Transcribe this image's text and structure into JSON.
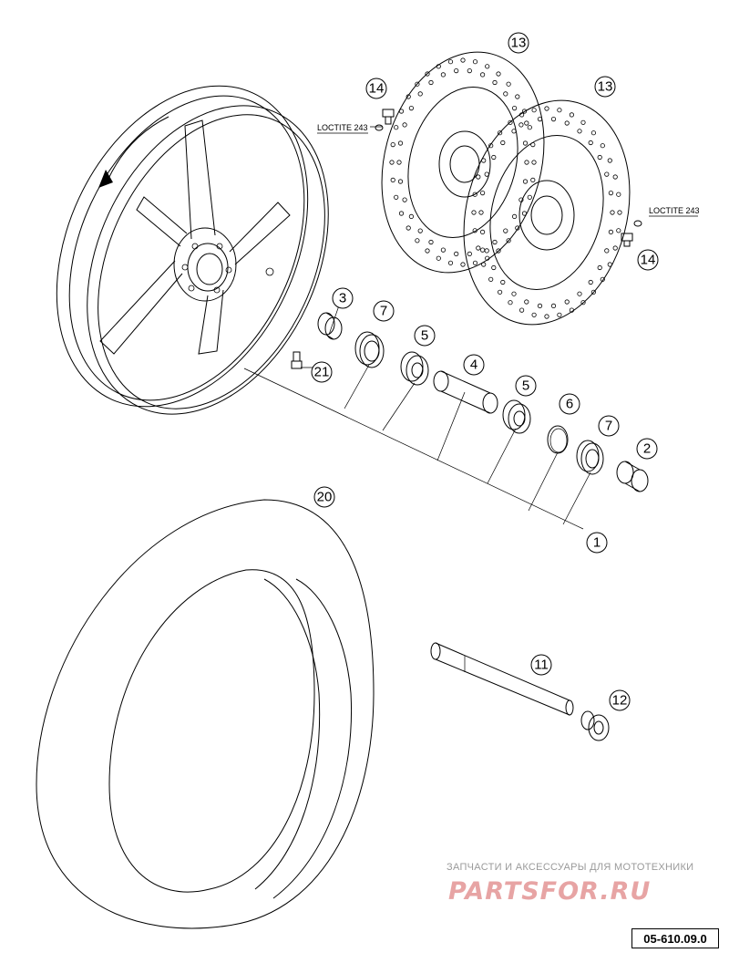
{
  "callouts": {
    "c1": "1",
    "c2": "2",
    "c3": "3",
    "c4": "4",
    "c5a": "5",
    "c5b": "5",
    "c6": "6",
    "c7a": "7",
    "c7b": "7",
    "c11": "11",
    "c12": "12",
    "c13a": "13",
    "c13b": "13",
    "c14a": "14",
    "c14b": "14",
    "c20": "20",
    "c21": "21"
  },
  "loctite": {
    "left": "LOCTITE 243",
    "right": "LOCTITE 243"
  },
  "watermark": {
    "tagline": "ЗАПЧАСТИ И АКСЕССУАРЫ ДЛЯ МОТОТЕХНИКИ",
    "logo": "PARTSFOR.RU"
  },
  "reference": "05-610.09.0",
  "colors": {
    "line": "#000000",
    "watermark_gray": "#9a9a9a",
    "watermark_pink": "#e7a4a4"
  }
}
